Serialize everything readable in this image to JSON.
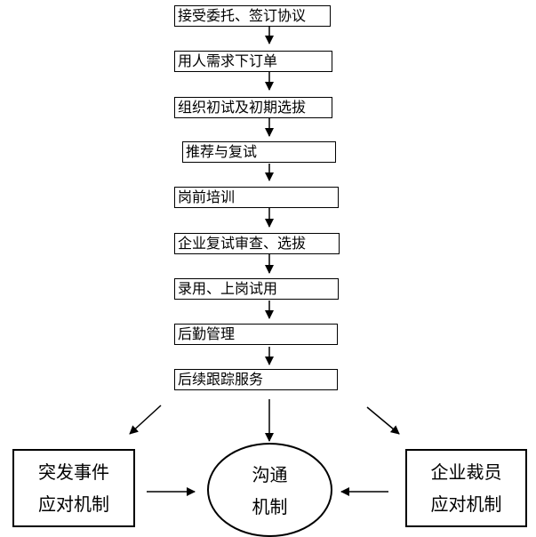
{
  "flow": {
    "steps": [
      "接受委托、签订协议",
      "用人需求下订单",
      "组织初试及初期选拔",
      "推荐与复试",
      "岗前培训",
      "企业复试审查、选拔",
      "录用、上岗试用",
      "后勤管理",
      "后续跟踪服务"
    ]
  },
  "bottom": {
    "left_box": {
      "line1": "突发事件",
      "line2": "应对机制"
    },
    "center_ellipse": {
      "line1": "沟通",
      "line2": "机制"
    },
    "right_box": {
      "line1": "企业裁员",
      "line2": "应对机制"
    }
  }
}
